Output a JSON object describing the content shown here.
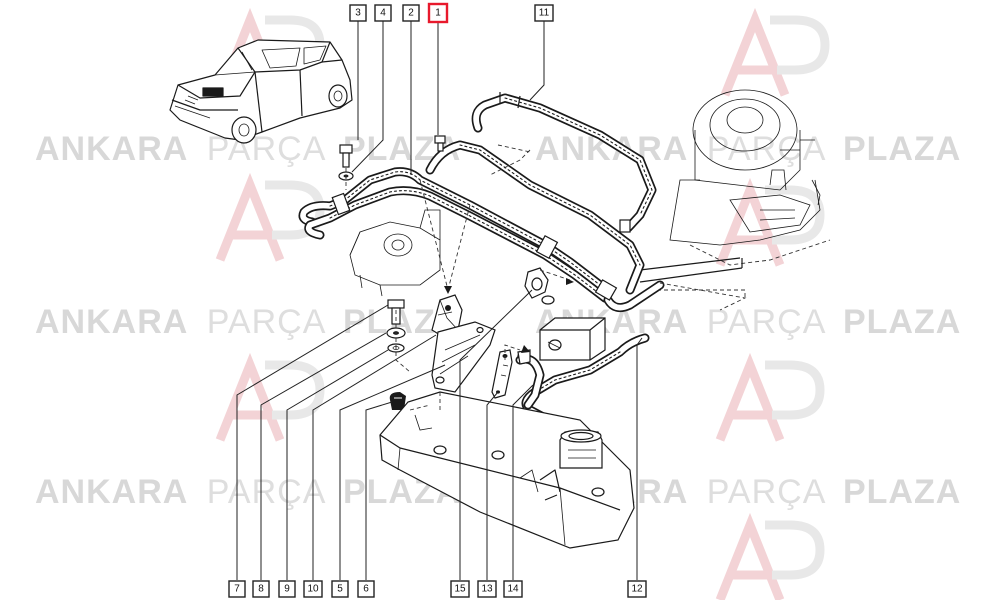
{
  "watermark": {
    "rows": [
      {
        "a": "ANKARA",
        "b": "PARÇA",
        "c": "PLAZA"
      }
    ],
    "logo": "AP"
  },
  "callouts": [
    {
      "num": "3"
    },
    {
      "num": "4"
    },
    {
      "num": "2"
    },
    {
      "num": "1",
      "highlight": true
    },
    {
      "num": "11"
    },
    {
      "num": "7"
    },
    {
      "num": "8"
    },
    {
      "num": "9"
    },
    {
      "num": "10"
    },
    {
      "num": "5"
    },
    {
      "num": "6"
    },
    {
      "num": "15"
    },
    {
      "num": "13"
    },
    {
      "num": "14"
    },
    {
      "num": "12"
    }
  ],
  "colors": {
    "highlight": "#e8192c",
    "ink": "#1a1a1a",
    "watermark": "#d8d8d8"
  }
}
